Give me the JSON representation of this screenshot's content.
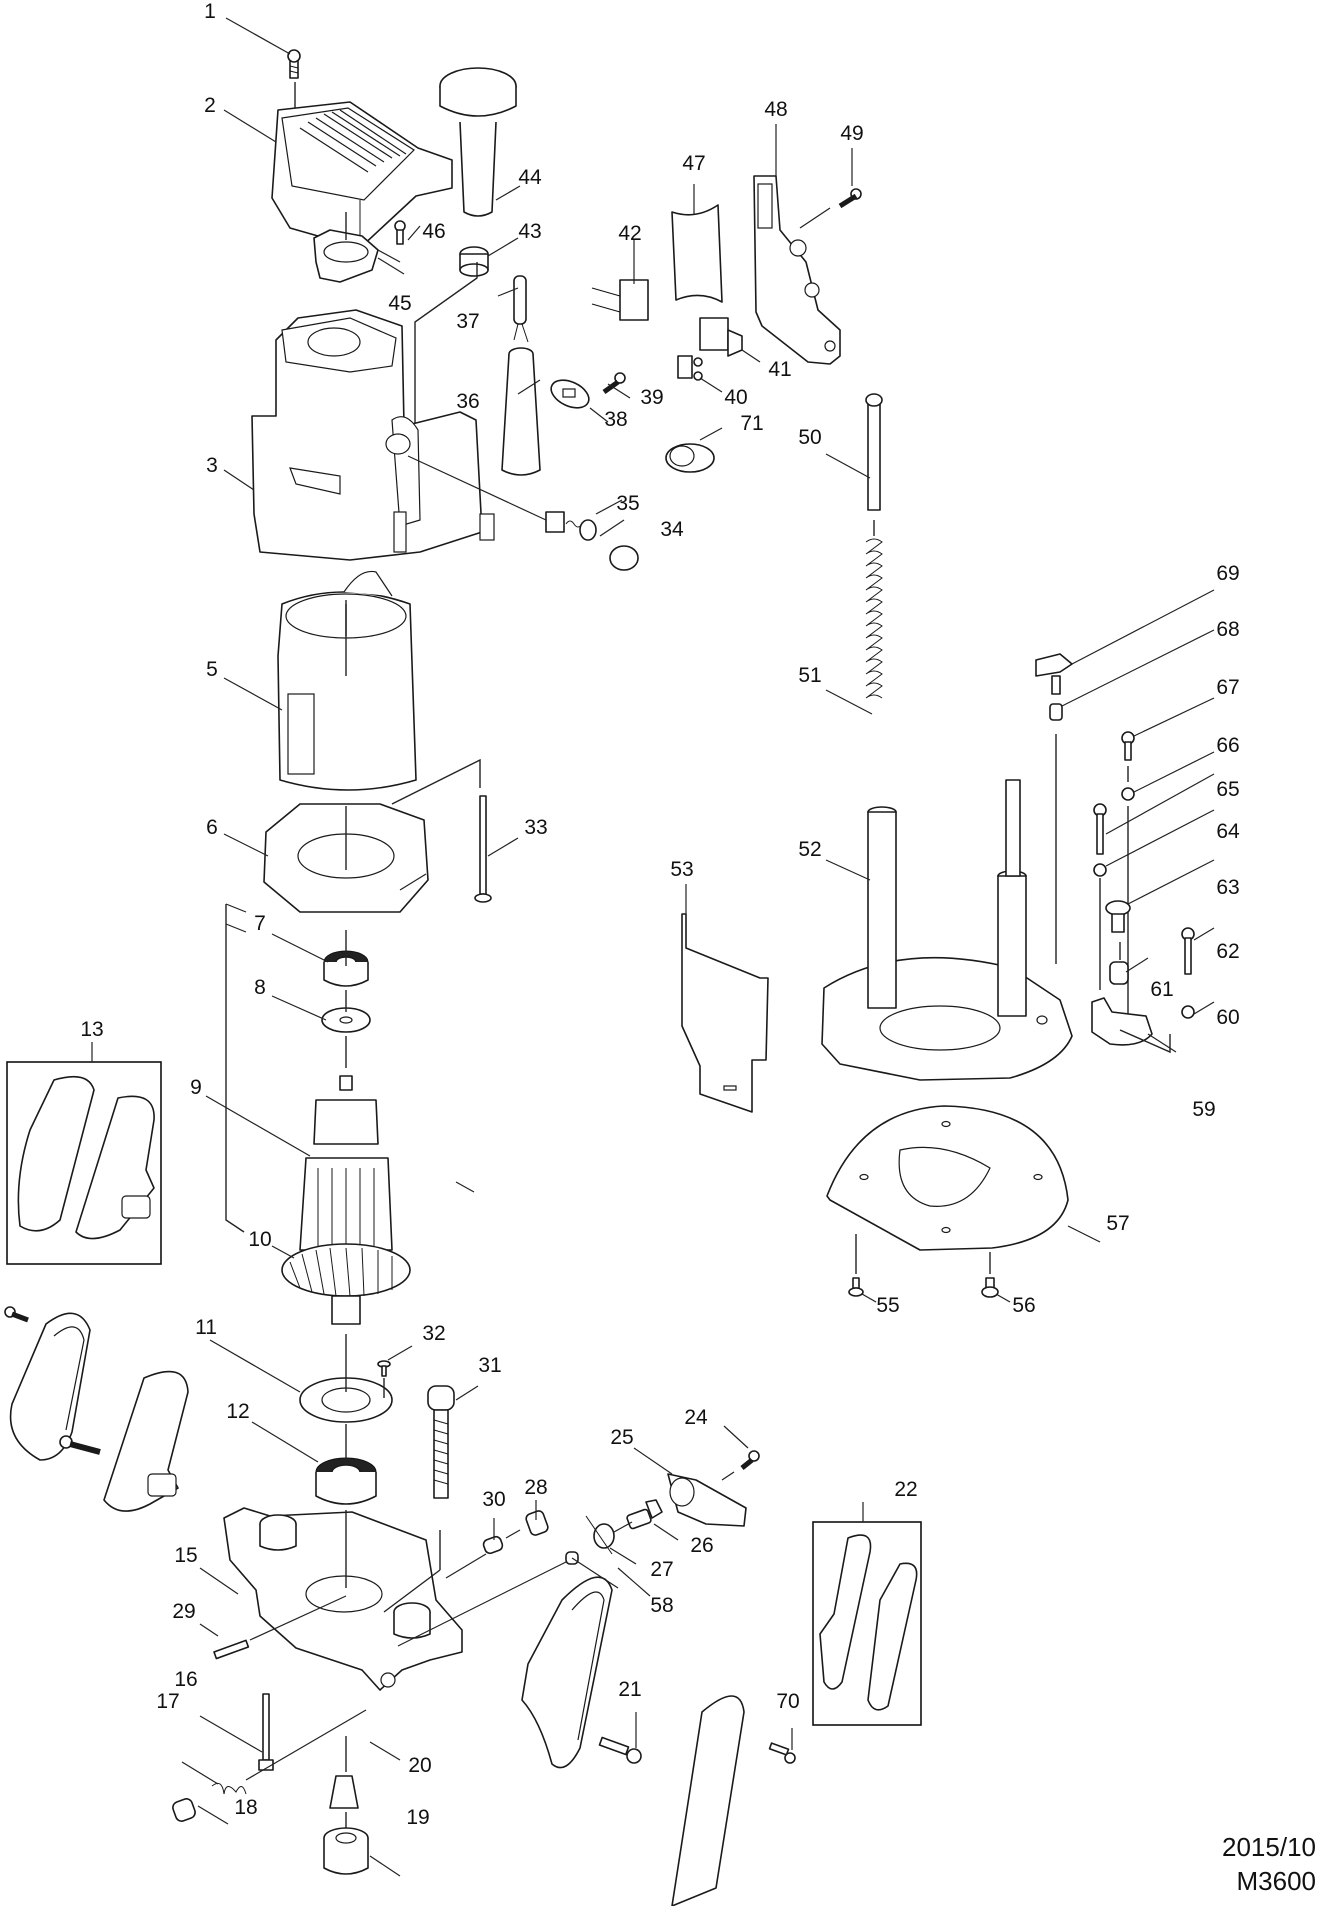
{
  "document": {
    "type": "exploded parts diagram",
    "date_code": "2015/10",
    "model": "M3600"
  },
  "callouts": [
    "1",
    "2",
    "3",
    "5",
    "6",
    "7",
    "8",
    "9",
    "10",
    "11",
    "12",
    "13",
    "15",
    "16",
    "17",
    "18",
    "19",
    "20",
    "21",
    "22",
    "24",
    "25",
    "26",
    "27",
    "28",
    "29",
    "30",
    "31",
    "32",
    "33",
    "34",
    "35",
    "36",
    "37",
    "38",
    "39",
    "40",
    "41",
    "42",
    "43",
    "44",
    "45",
    "46",
    "47",
    "48",
    "49",
    "50",
    "51",
    "52",
    "53",
    "55",
    "56",
    "57",
    "58",
    "59",
    "60",
    "61",
    "62",
    "63",
    "64",
    "65",
    "66",
    "67",
    "68",
    "69",
    "70",
    "71"
  ],
  "grouped_boxes": [
    {
      "callout": "13",
      "contents": "handle set (left)"
    },
    {
      "callout": "22",
      "contents": "handle set (right)"
    }
  ]
}
